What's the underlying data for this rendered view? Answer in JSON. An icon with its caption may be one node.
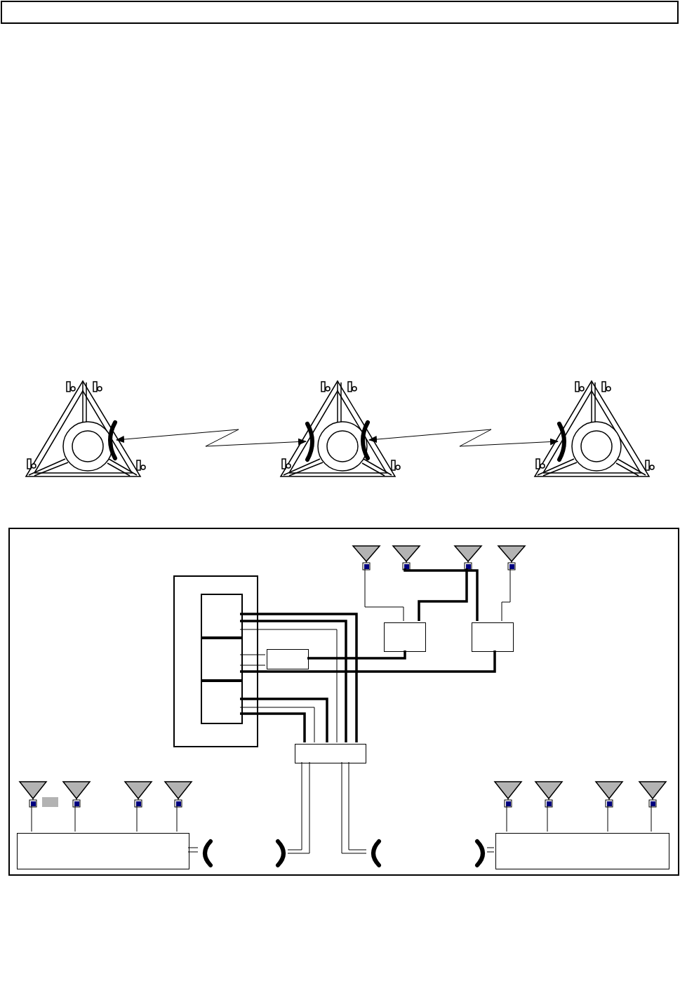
{
  "diagram": {
    "nodes": [
      {
        "text": [],
        "shape": "box"
      },
      {
        "text": [],
        "shape": "tower"
      },
      {
        "text": [],
        "shape": "dish",
        "in": 1
      },
      {
        "text": [],
        "shape": "tower"
      },
      {
        "text": [],
        "shape": "dish",
        "in": 3
      },
      {
        "text": [],
        "shape": "dish",
        "in": 3
      },
      {
        "text": [],
        "shape": "tower"
      },
      {
        "text": [],
        "shape": "dish",
        "in": 6
      },
      {
        "text": [],
        "shape": "box"
      },
      {
        "text": [],
        "shape": "antenna",
        "in": 8
      },
      {
        "text": [],
        "shape": "antenna",
        "in": 8
      },
      {
        "text": [],
        "shape": "antenna",
        "in": 8
      },
      {
        "text": [],
        "shape": "antenna",
        "in": 8
      },
      {
        "text": [],
        "shape": "box",
        "in": 8
      },
      {
        "text": [],
        "shape": "box",
        "in": 13
      },
      {
        "text": [],
        "shape": "box",
        "in": 13
      },
      {
        "text": [],
        "shape": "box",
        "in": 13
      },
      {
        "text": [],
        "shape": "box",
        "in": 8
      },
      {
        "text": [],
        "shape": "box",
        "in": 8
      },
      {
        "text": [],
        "shape": "box",
        "in": 8
      },
      {
        "text": [],
        "shape": "box",
        "in": 8
      },
      {
        "text": [],
        "shape": "antenna",
        "in": 8
      },
      {
        "text": [],
        "shape": "antenna",
        "in": 8
      },
      {
        "text": [],
        "shape": "antenna",
        "in": 8
      },
      {
        "text": [],
        "shape": "antenna",
        "in": 8
      },
      {
        "text": [],
        "shape": "antenna",
        "in": 8
      },
      {
        "text": [],
        "shape": "antenna",
        "in": 8
      },
      {
        "text": [],
        "shape": "antenna",
        "in": 8
      },
      {
        "text": [],
        "shape": "antenna",
        "in": 8
      },
      {
        "text": [],
        "shape": "box",
        "in": 8
      },
      {
        "text": [],
        "shape": "dish",
        "in": 8
      },
      {
        "text": [],
        "shape": "dish",
        "in": 8
      },
      {
        "text": [],
        "shape": "dish",
        "in": 8
      },
      {
        "text": [],
        "shape": "dish",
        "in": 8
      },
      {
        "text": [],
        "shape": "box",
        "in": 8
      }
    ],
    "edges": [
      {
        "from": 2,
        "to": 4,
        "arrow": "both"
      },
      {
        "from": 5,
        "to": 7,
        "arrow": "both"
      },
      {
        "from": 9,
        "to": 17,
        "arrow": "none"
      },
      {
        "from": 10,
        "to": 18,
        "arrow": "none",
        "style": "thick"
      },
      {
        "from": 11,
        "to": 17,
        "arrow": "none",
        "style": "thick"
      },
      {
        "from": 12,
        "to": 18,
        "arrow": "none"
      },
      {
        "from": 14,
        "to": 20,
        "arrow": "none",
        "style": "thick"
      },
      {
        "from": 14,
        "to": 20,
        "arrow": "none",
        "style": "thick"
      },
      {
        "from": 14,
        "to": 20,
        "arrow": "none"
      },
      {
        "from": 15,
        "to": 19,
        "arrow": "none"
      },
      {
        "from": 15,
        "to": 19,
        "arrow": "none"
      },
      {
        "from": 19,
        "to": 17,
        "arrow": "none",
        "style": "thick"
      },
      {
        "from": 15,
        "to": 18,
        "arrow": "none",
        "style": "thick"
      },
      {
        "from": 16,
        "to": 20,
        "arrow": "none",
        "style": "thick"
      },
      {
        "from": 16,
        "to": 20,
        "arrow": "none"
      },
      {
        "from": 16,
        "to": 20,
        "arrow": "none",
        "style": "thick"
      },
      {
        "from": 20,
        "to": 31,
        "arrow": "none"
      },
      {
        "from": 20,
        "to": 31,
        "arrow": "none"
      },
      {
        "from": 20,
        "to": 32,
        "arrow": "none"
      },
      {
        "from": 20,
        "to": 32,
        "arrow": "none"
      },
      {
        "from": 29,
        "to": 30,
        "arrow": "none"
      },
      {
        "from": 29,
        "to": 30,
        "arrow": "none"
      },
      {
        "from": 34,
        "to": 33,
        "arrow": "none"
      },
      {
        "from": 34,
        "to": 33,
        "arrow": "none"
      },
      {
        "from": 21,
        "to": 29,
        "arrow": "none"
      },
      {
        "from": 22,
        "to": 29,
        "arrow": "none"
      },
      {
        "from": 23,
        "to": 29,
        "arrow": "none"
      },
      {
        "from": 24,
        "to": 29,
        "arrow": "none"
      },
      {
        "from": 25,
        "to": 34,
        "arrow": "none"
      },
      {
        "from": 26,
        "to": 34,
        "arrow": "none"
      },
      {
        "from": 27,
        "to": 34,
        "arrow": "none"
      },
      {
        "from": 28,
        "to": 34,
        "arrow": "none"
      }
    ]
  }
}
